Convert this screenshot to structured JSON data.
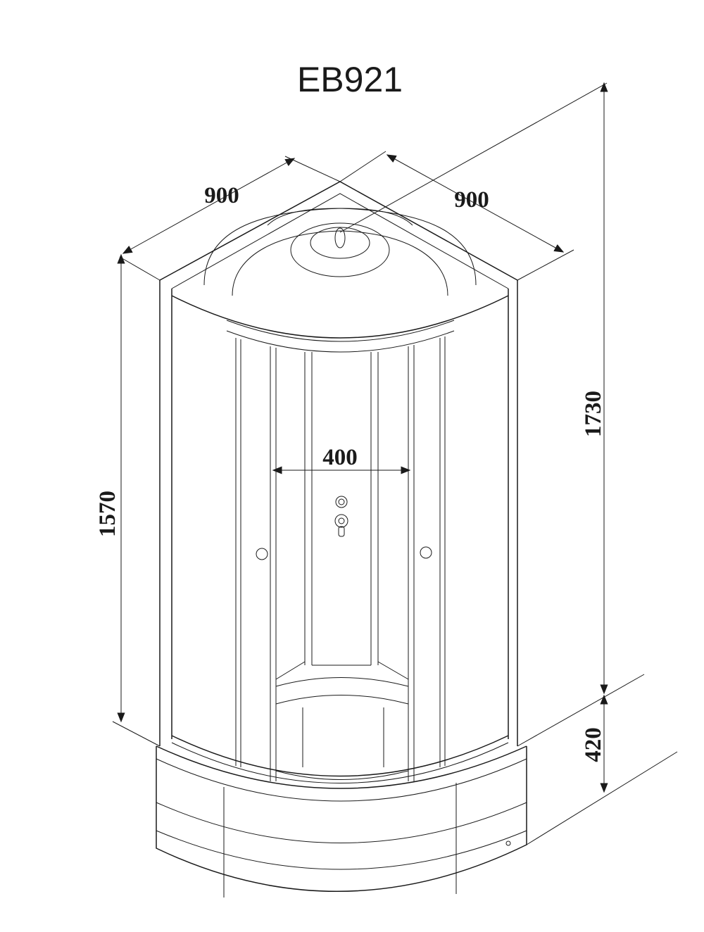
{
  "title": "EB921",
  "dimensions": {
    "width_left": "900",
    "width_right": "900",
    "door_opening": "400",
    "wall_height": "1570",
    "total_height": "1730",
    "tray_height": "420"
  }
}
